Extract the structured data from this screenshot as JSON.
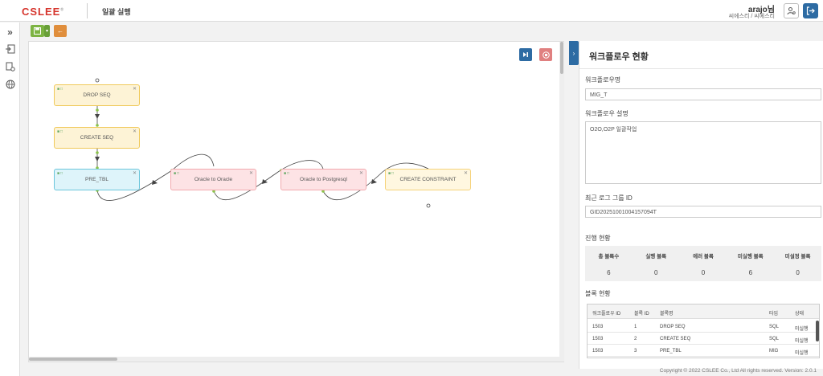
{
  "header": {
    "logo": "CSLEE",
    "logo_mark": "®",
    "page_title": "일괄 실행",
    "user_name": "arajo님",
    "user_org": "씨에스리 / 씨에스리"
  },
  "sidebar": {
    "expand_glyph": "»",
    "items": [
      {
        "icon": "import-icon"
      },
      {
        "icon": "settings-document-icon"
      },
      {
        "icon": "globe-icon"
      }
    ]
  },
  "canvas": {
    "blocks": [
      {
        "label": "DROP SEQ",
        "color": "#fdf3d6"
      },
      {
        "label": "CREATE SEQ",
        "color": "#fdf3d6"
      },
      {
        "label": "PRE_TBL",
        "color": "#def4fa"
      },
      {
        "label": "Oracle to Oracle",
        "color": "#fde3e5"
      },
      {
        "label": "Oracle to Postgresql",
        "color": "#fde3e5"
      },
      {
        "label": "CREATE CONSTRAINT",
        "color": "#fff7e0"
      }
    ]
  },
  "panel": {
    "title": "워크플로우 현황",
    "workflow_name_label": "워크플로우명",
    "workflow_name": "MIG_T",
    "workflow_desc_label": "워크플로우 설명",
    "workflow_desc": "O2O,O2P 일괄작업",
    "log_group_label": "최근 로그 그룹 ID",
    "log_group_id": "GID20251001004157094T",
    "progress_label": "진행 현황",
    "stats": {
      "headers": [
        "총 블록수",
        "실행 블록",
        "에러 블록",
        "미실행 블록",
        "미설정 블록"
      ],
      "values": [
        "6",
        "0",
        "0",
        "6",
        "0"
      ]
    },
    "block_status_label": "블록 현황",
    "table": {
      "columns": [
        "워크플로우 ID",
        "블록 ID",
        "블록명",
        "타입",
        "상태"
      ],
      "rows": [
        [
          "1503",
          "1",
          "DROP SEQ",
          "SQL",
          "미실행"
        ],
        [
          "1503",
          "2",
          "CREATE SEQ",
          "SQL",
          "미실행"
        ],
        [
          "1503",
          "3",
          "PRE_TBL",
          "MIG",
          "미실행"
        ]
      ]
    }
  },
  "footer": "Copyright © 2022 CSLEE Co., Ltd All rights reserved.   Version: 2.0.1",
  "colors": {
    "accent": "#2d6ba3",
    "save": "#7cb342",
    "back": "#e08e3c",
    "stop": "#e08080",
    "logo": "#d6342c"
  }
}
